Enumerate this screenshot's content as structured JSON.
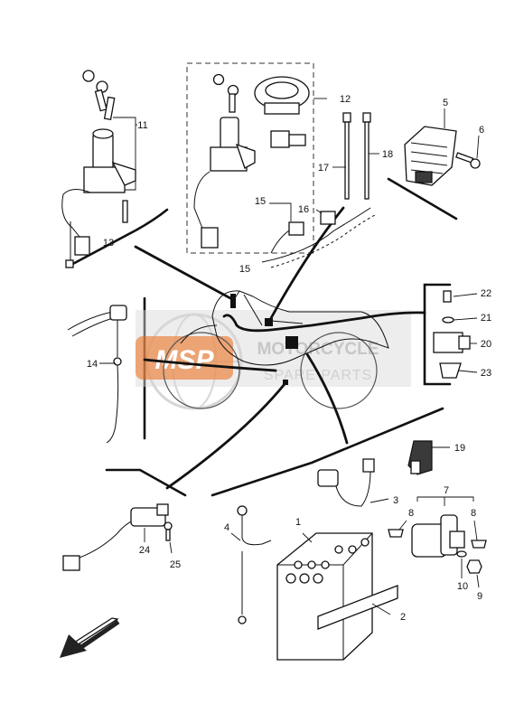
{
  "callouts": {
    "c1": "1",
    "c2": "2",
    "c3": "3",
    "c4": "4",
    "c5": "5",
    "c6": "6",
    "c7": "7",
    "c8a": "8",
    "c8b": "8",
    "c9": "9",
    "c10": "10",
    "c11": "11",
    "c12": "12",
    "c13": "13",
    "c14": "14",
    "c15a": "15",
    "c15b": "15",
    "c16": "16",
    "c17": "17",
    "c18": "18",
    "c19": "19",
    "c20": "20",
    "c21": "21",
    "c22": "22",
    "c23": "23",
    "c24": "24",
    "c25": "25"
  },
  "watermark": {
    "logo_text": "MSP",
    "brand_line1": "MOTORCYCLE",
    "brand_line2": "SPARE PARTS",
    "logo_color": "#e8772e"
  },
  "icons": {
    "direction_arrow": "front-direction-arrow-icon"
  }
}
